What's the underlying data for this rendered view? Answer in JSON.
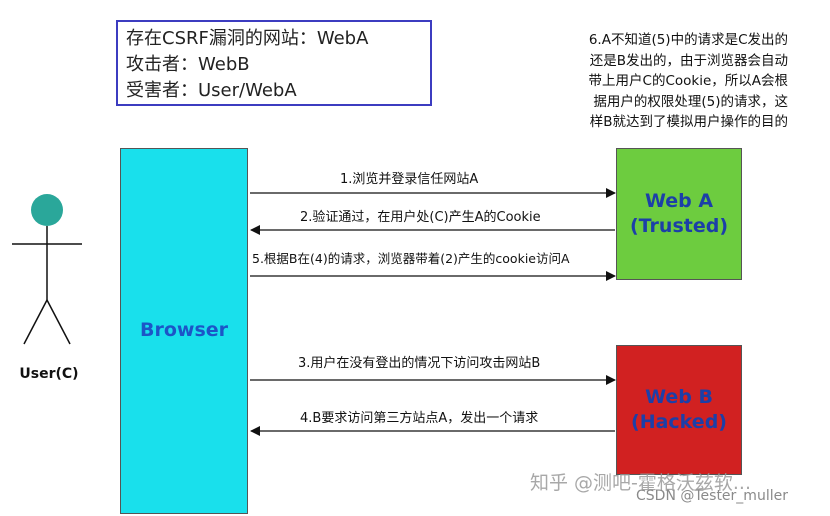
{
  "info_box": {
    "line1": "存在CSRF漏洞的网站：WebA",
    "line2": "攻击者：WebB",
    "line3": "受害者：User/WebA"
  },
  "note": {
    "lines": [
      "6.A不知道(5)中的请求是C发出的",
      "还是B发出的，由于浏览器会自动",
      "带上用户C的Cookie，所以A会根",
      "据用户的权限处理(5)的请求，这",
      "样B就达到了模拟用户操作的目的"
    ]
  },
  "actors": {
    "user": "User(C)",
    "browser": "Browser",
    "web_a_line1": "Web A",
    "web_a_line2": "(Trusted)",
    "web_b_line1": "Web B",
    "web_b_line2": "(Hacked)"
  },
  "flows": {
    "step1": "1.浏览并登录信任网站A",
    "step2": "2.验证通过，在用户处(C)产生A的Cookie",
    "step5": "5.根据B在(4)的请求，浏览器带着(2)产生的cookie访问A",
    "step3": "3.用户在没有登出的情况下访问攻击网站B",
    "step4": "4.B要求访问第三方站点A，发出一个请求"
  },
  "watermark": {
    "zhihu": "知乎 @测吧-霍格沃兹软...",
    "csdn": "CSDN @Tester_muller"
  },
  "colors": {
    "browser": "#19e0ec",
    "web_a": "#6dcc3f",
    "web_b": "#d12121",
    "user_head": "#2aa79a",
    "info_border": "#3c3cc0"
  }
}
